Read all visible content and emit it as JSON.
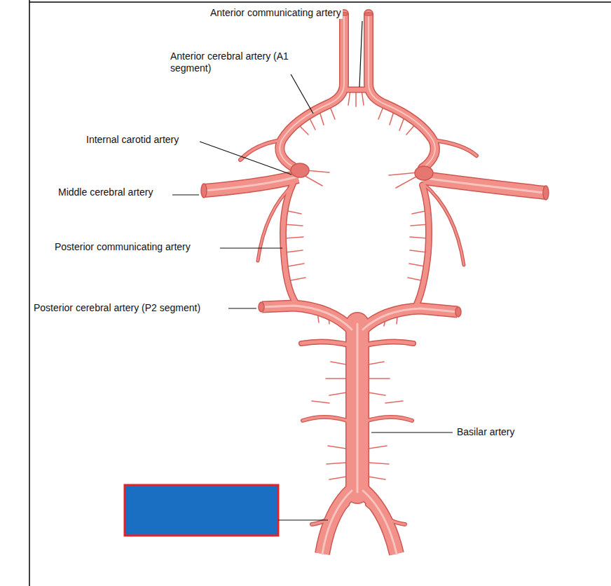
{
  "diagram": {
    "labels": [
      "Anterior communicating artery",
      "Anterior cerebral artery (A1 segment)",
      "Internal carotid artery",
      "Middle cerebral artery",
      "Posterior communicating artery",
      "Posterior cerebral artery (P2 segment)",
      "Basilar artery"
    ]
  }
}
